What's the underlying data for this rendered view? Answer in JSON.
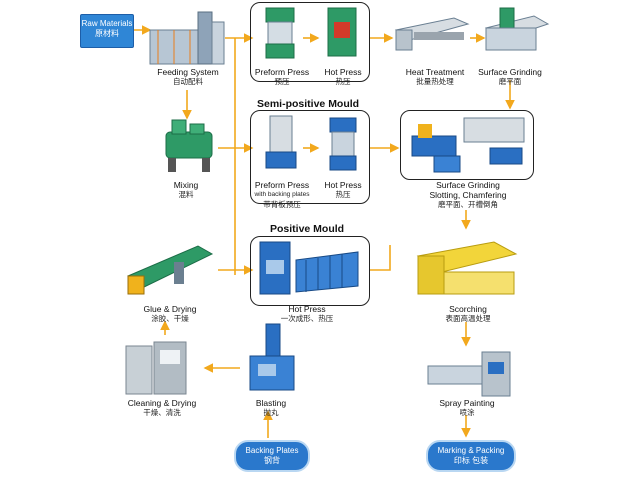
{
  "start": {
    "raw_materials": {
      "en": "Raw Materials",
      "zh": "原材料"
    },
    "backing_plates": {
      "en": "Backing Plates",
      "zh": "钢背"
    }
  },
  "end": {
    "marking_packing": {
      "en": "Marking & Packing",
      "zh": "印标 包装"
    }
  },
  "steps": {
    "feeding": {
      "en": "Feeding System",
      "zh": "自动配料"
    },
    "mixing": {
      "en": "Mixing",
      "zh": "混料"
    },
    "glue": {
      "en": "Glue & Drying",
      "zh": "涂胶、干燥"
    },
    "cleaning": {
      "en": "Cleaning & Drying",
      "zh": "干燥、清洗"
    },
    "blasting": {
      "en": "Blasting",
      "zh": "抛丸"
    },
    "preform1": {
      "en": "Preform Press",
      "zh": "预压"
    },
    "hot1": {
      "en": "Hot Press",
      "zh": "热压"
    },
    "preform2": {
      "en": "Preform Press",
      "en2": "with backing plates",
      "zh": "带背板预压"
    },
    "hot2": {
      "en": "Hot Press",
      "zh": "热压"
    },
    "hot3": {
      "en": "Hot Press",
      "zh": "一次成形、热压"
    },
    "heat": {
      "en": "Heat Treatment",
      "zh": "批量热处理"
    },
    "surface1": {
      "en": "Surface Grinding",
      "zh": "磨平面"
    },
    "surface2": {
      "en": "Surface Grinding",
      "en2": "Slotting, Chamfering",
      "zh": "磨平面、开槽倒角"
    },
    "scorching": {
      "en": "Scorching",
      "zh": "表面高温处理"
    },
    "spray": {
      "en": "Spray Painting",
      "zh": "喷涂"
    }
  },
  "sections": {
    "semi_positive": "Semi-positive Mould",
    "positive": "Positive Mould"
  },
  "colors": {
    "arrow": "#f2a81d",
    "pill_blue": "#2a78cc",
    "machine_blue": "#2a6fc2",
    "machine_green": "#2e9a66",
    "machine_gray": "#9aa4ad"
  }
}
